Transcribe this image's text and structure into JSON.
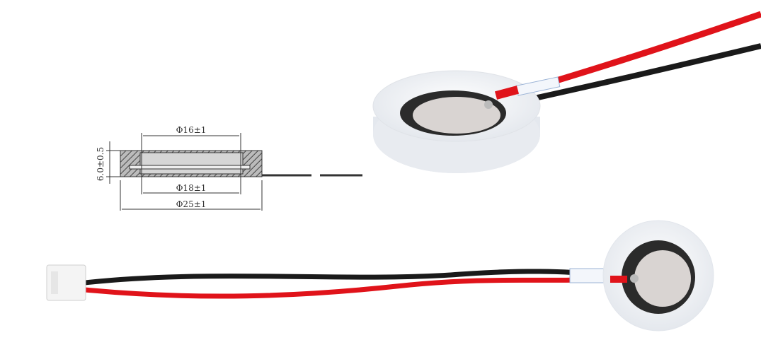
{
  "diagram": {
    "inner_diameter_label": "Φ16±1",
    "disc_diameter_label": "Φ18±1",
    "outer_diameter_label": "Φ25±1",
    "height_label": "6.0±0.5"
  },
  "colors": {
    "wire_red": "#e0131a",
    "wire_black": "#1a1a1a",
    "silicone": "#eef0f4",
    "ceramic": "#d9d4d2"
  }
}
